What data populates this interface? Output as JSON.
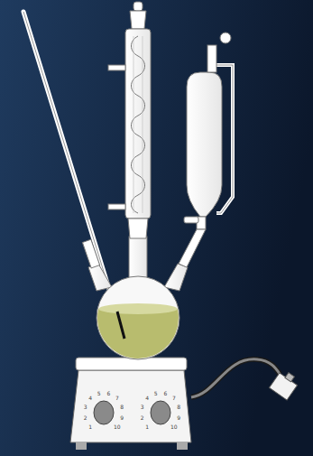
{
  "diagram": {
    "labels": [
      "1",
      "2",
      "3",
      "4",
      "5",
      "6",
      "7",
      "8",
      "9",
      "10",
      "1",
      "2",
      "3",
      "4",
      "5",
      "6",
      "7",
      "8",
      "9",
      "10"
    ]
  }
}
